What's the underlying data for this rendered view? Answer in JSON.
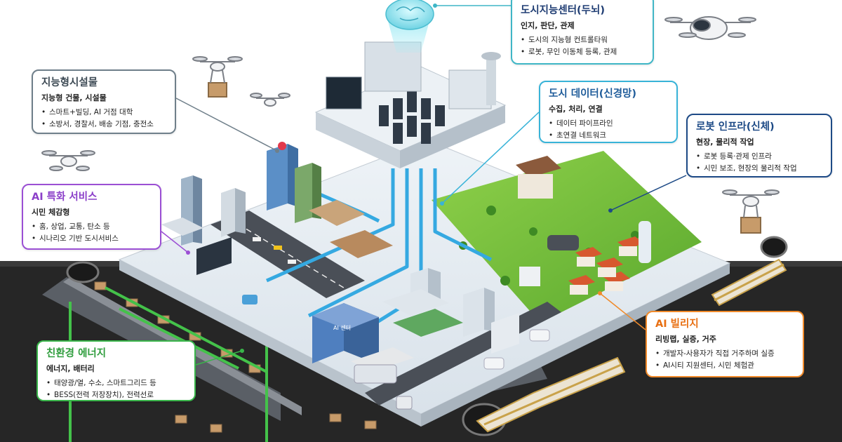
{
  "callouts": {
    "brain": {
      "title": "도시지능센터(두뇌)",
      "subtitle": "인지, 판단, 관제",
      "items": [
        "도시의 지능형 컨트롤타워",
        "로봇, 무인 이동체 등록, 관제"
      ]
    },
    "facility": {
      "title": "지능형시설물",
      "subtitle": "지능형 건물, 시설물",
      "items": [
        "스마트+빌딩, AI 거점 대학",
        "소방서, 경찰서, 배송 기점, 충전소"
      ]
    },
    "data": {
      "title": "도시 데이터(신경망)",
      "subtitle": "수집, 처리, 연결",
      "items": [
        "데이터 파이프라인",
        "초연결 네트워크"
      ]
    },
    "robot": {
      "title": "로봇 인프라(신체)",
      "subtitle": "현장, 물리적 작업",
      "items": [
        "로봇 등록·관제 인프라",
        "시민 보조, 현장의 물리적 작업"
      ]
    },
    "ai_service": {
      "title": "AI 특화 서비스",
      "subtitle": "시민 체감형",
      "items": [
        "홈, 상업, 교통, 탄소 등",
        "시나리오 기반 도시서비스"
      ]
    },
    "ai_village": {
      "title": "AI 빌리지",
      "subtitle": "리빙랩, 실증, 거주",
      "items": [
        "개발자-사용자가 직접 거주하며 실증",
        "AI시티 지원센터, 시민 체험관"
      ]
    },
    "energy": {
      "title": "친환경 에너지",
      "subtitle": "에너지, 배터리",
      "items": [
        "태양광/열, 수소, 스마트그리드 등",
        "BESS(전력 저장장치), 전력선로"
      ]
    },
    "hub_label": "AI 센터"
  },
  "colors": {
    "brain": "#3fb6c6",
    "facility": "#6f7f8a",
    "data": "#38b3d8",
    "robot": "#1d4a86",
    "ai_service": "#9b4fd4",
    "ai_village": "#f08a2a",
    "energy": "#39b54a",
    "ground": "#2b2b2b",
    "platform": "#e6ecf1",
    "park": "#6fbf3a",
    "road": "#4a4f57",
    "pipeline": "#35a9e1",
    "train": "#ece4d2",
    "train_stripe": "#c9a24a"
  }
}
